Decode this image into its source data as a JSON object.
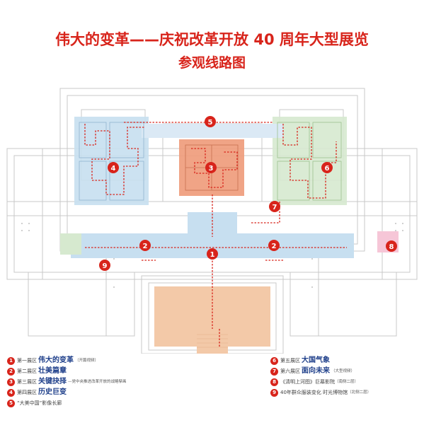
{
  "title": {
    "line1": "伟大的变革——庆祝改革开放 40 周年大型展览",
    "line2": "参观线路图"
  },
  "markers": [
    {
      "n": "1"
    },
    {
      "n": "2"
    },
    {
      "n": "3"
    },
    {
      "n": "4"
    },
    {
      "n": "5"
    },
    {
      "n": "6"
    },
    {
      "n": "7"
    },
    {
      "n": "8"
    },
    {
      "n": "9"
    }
  ],
  "legend": {
    "left": [
      {
        "num": "1",
        "zone": "第一展区",
        "name": "伟大的变革",
        "note": "（开篇视频）"
      },
      {
        "num": "2",
        "zone": "第二展区",
        "name": "壮美篇章",
        "note": ""
      },
      {
        "num": "3",
        "zone": "第三展区",
        "name": "关键抉择",
        "note": "—党中央推进改革开放的战略擘画"
      },
      {
        "num": "4",
        "zone": "第四展区",
        "name": "历史巨变",
        "note": ""
      },
      {
        "num": "5",
        "zone": "“大美中国”影像长廊",
        "name": "",
        "note": ""
      }
    ],
    "right": [
      {
        "num": "6",
        "zone": "第五展区",
        "name": "大国气象",
        "note": ""
      },
      {
        "num": "7",
        "zone": "第六展区",
        "name": "面向未来",
        "note": "（大型视频）"
      },
      {
        "num": "8",
        "zone": "《清明上河图》巨幕影院",
        "name": "",
        "note": "（南侧二层）"
      },
      {
        "num": "9",
        "zone": "40年群众服装变化   时光博物馆",
        "name": "",
        "note": "（北侧二层）"
      }
    ]
  },
  "colors": {
    "title": "#d8241b",
    "route": "#d8241b",
    "zone_blue": "#c7dff0",
    "zone_orange": "#ef9f80",
    "zone_green": "#d6e9cf",
    "zone_peach": "#f3c9a8",
    "zone_pink": "#f6c6d7",
    "legend_name": "#1e3f8a"
  }
}
